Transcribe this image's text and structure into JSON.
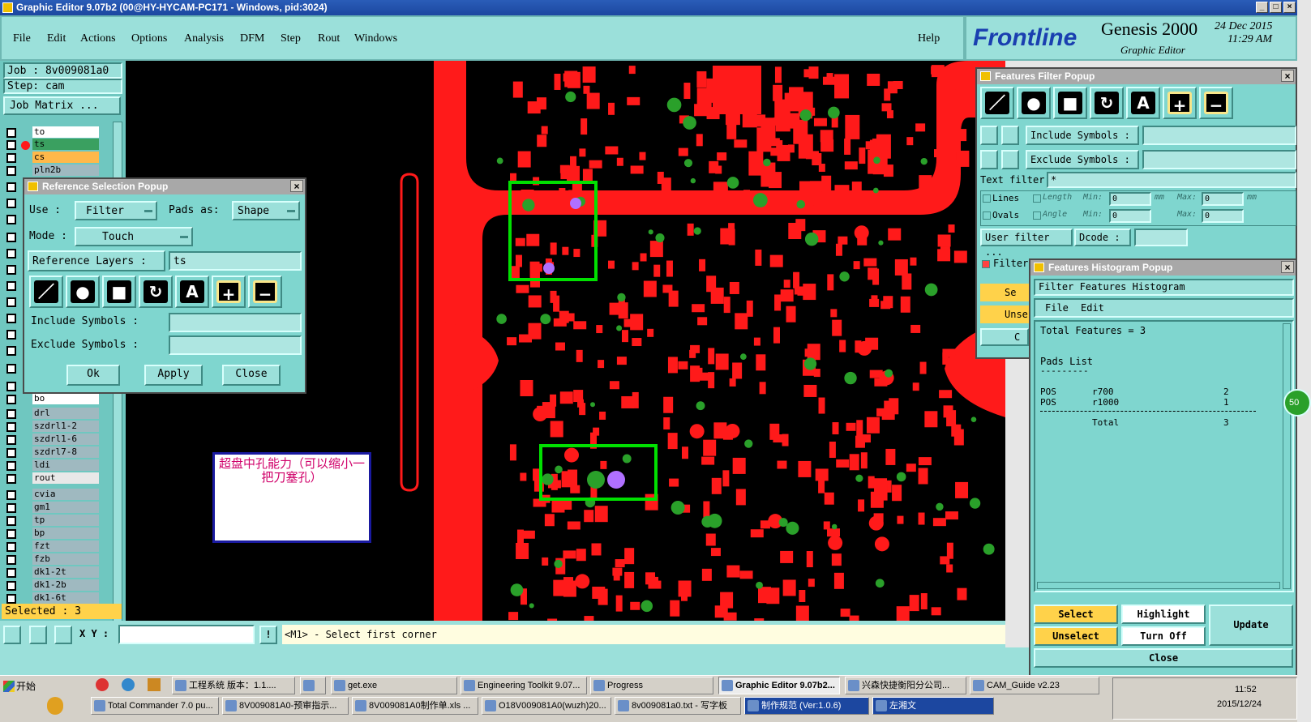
{
  "window": {
    "title": "Graphic Editor 9.07b2 (00@HY-HYCAM-PC171 - Windows, pid:3024)"
  },
  "menu": {
    "items": [
      "File",
      "Edit",
      "Actions",
      "Options",
      "Analysis",
      "DFM",
      "Step",
      "Rout",
      "Windows"
    ],
    "help": "Help"
  },
  "brand": {
    "logo": "Frontline",
    "product": "Genesis 2000",
    "subtitle": "Graphic Editor",
    "date": "24 Dec 2015",
    "time": "11:29 AM"
  },
  "left": {
    "job": "Job : 8v009081a0",
    "step": "Step: cam",
    "job_matrix": "Job Matrix ...",
    "layers": [
      "to",
      "ts",
      "cs",
      "pln2b",
      "",
      "",
      "",
      "",
      "",
      "",
      "",
      "",
      "",
      "",
      "",
      "",
      "",
      "bo",
      "drl",
      "szdrl1-2",
      "szdrl1-6",
      "szdrl7-8",
      "ldi",
      "rout",
      "cvia",
      "gm1",
      "tp",
      "bp",
      "fzt",
      "fzb",
      "dk1-2t",
      "dk1-2b",
      "dk1-6t"
    ],
    "selected": "Selected : 3"
  },
  "ref_popup": {
    "title": "Reference Selection Popup",
    "use_label": "Use   :",
    "use_value": "Filter",
    "pads_label": "Pads as:",
    "pads_value": "Shape",
    "mode_label": "Mode  :",
    "mode_value": "Touch",
    "ref_layers_label": "Reference Layers :",
    "ref_layers_value": "ts",
    "include_label": "Include Symbols :",
    "exclude_label": "Exclude Symbols :",
    "ok": "Ok",
    "apply": "Apply",
    "close": "Close"
  },
  "note": {
    "text": "超盘中孔能力（可以缩小一把刀塞孔）"
  },
  "filter_popup": {
    "title": "Features Filter Popup",
    "include_label": "Include Symbols :",
    "exclude_label": "Exclude Symbols :",
    "text_filter_label": "Text filter",
    "text_filter_value": "*",
    "lines": "Lines",
    "ovals": "Ovals",
    "length": "Length",
    "angle": "Angle",
    "min": "Min:",
    "max": "Max:",
    "min_len_value": "0",
    "max_len_value": "0",
    "min_ang_value": "0",
    "max_ang_value": "0",
    "unit_mm": "mm",
    "unit_mm2": "mm",
    "user_filter": "User filter ...",
    "dcode": "Dcode :",
    "filter_toggle": "Filter",
    "sel_partial": "Se",
    "unsel_partial": "Unse",
    "c_partial": "C"
  },
  "hist_popup": {
    "title": "Features Histogram Popup",
    "header": "Filter Features Histogram",
    "file": "File",
    "edit": "Edit",
    "total_features": "Total Features = 3",
    "pads_list": "Pads List",
    "dash": "---------",
    "rows": [
      {
        "pol": "POS",
        "sym": "r700",
        "count": "2"
      },
      {
        "pol": "POS",
        "sym": "r1000",
        "count": "1"
      }
    ],
    "total_label": "Total",
    "total_count": "3",
    "select": "Select",
    "unselect": "Unselect",
    "highlight": "Highlight",
    "turn_off": "Turn Off",
    "update": "Update",
    "close": "Close",
    "badge": "50"
  },
  "status": {
    "xy_label": "X Y :",
    "message": "<M1> - Select first corner"
  },
  "taskbar": {
    "start": "开始",
    "row1": [
      "工程系统  版本：1.1....",
      "",
      "get.exe",
      "Engineering Toolkit 9.07...",
      "Progress",
      "Graphic Editor 9.07b2...",
      "兴森快捷衡阳分公司...",
      "CAM_Guide v2.23"
    ],
    "row2": [
      "Total Commander 7.0 pu...",
      "8V009081A0-预审指示...",
      "8V009081A0制作单.xls ...",
      "O18V009081A0(wuzh)20...",
      "8v009081a0.txt - 写字板",
      "制作规范 (Ver:1.0.6)",
      "左湘文"
    ],
    "clock_time": "11:52",
    "clock_date": "2015/12/24"
  },
  "colors": {
    "copper": "#ff1a1a",
    "via": "#2aa02a",
    "highlight": "#b070ff",
    "box": "#00e000",
    "panel": "#7fd6cf"
  }
}
